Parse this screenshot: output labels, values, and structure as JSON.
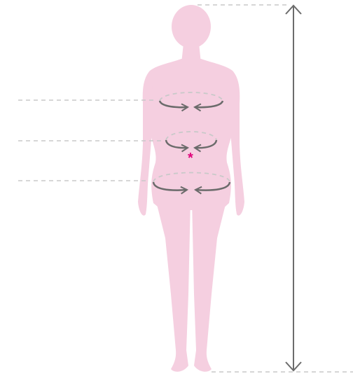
{
  "diagram": {
    "figure": {
      "name": "female-body-silhouette",
      "color": "#f5cfe0"
    },
    "guides": {
      "color": "#c9c9c9"
    },
    "arrows": {
      "color": "#6b6b6b"
    },
    "marker": {
      "symbol": "*",
      "color": "#e0007a"
    },
    "measurements": [
      {
        "id": "bust"
      },
      {
        "id": "waist"
      },
      {
        "id": "hips"
      },
      {
        "id": "height"
      }
    ]
  }
}
